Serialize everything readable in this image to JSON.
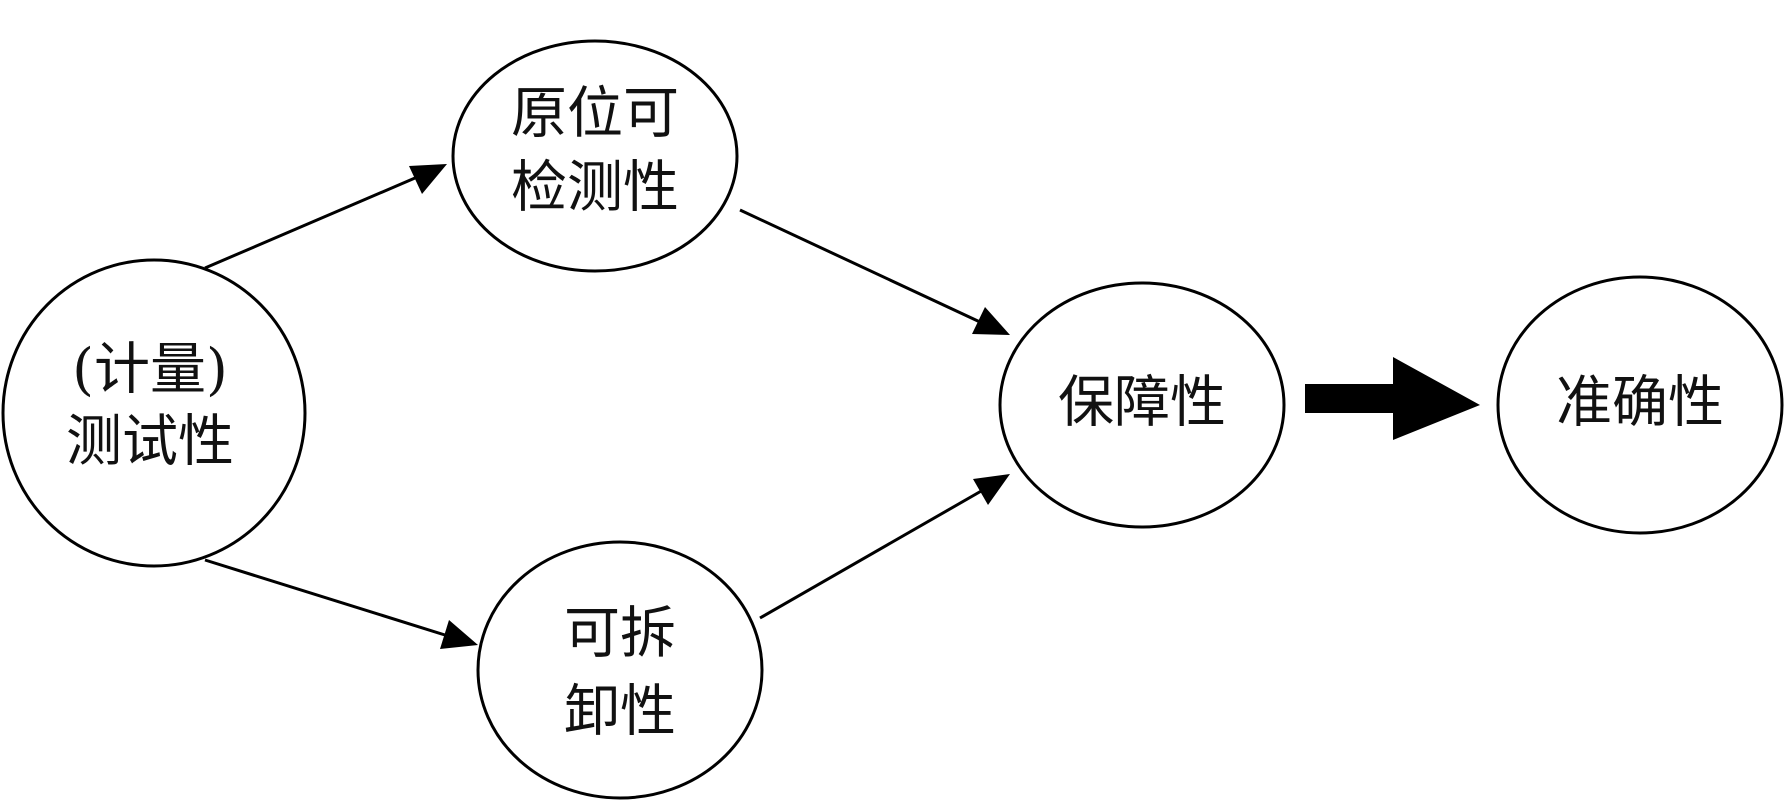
{
  "diagram": {
    "nodes": {
      "testability": {
        "lines": [
          "(计量)",
          "测试性"
        ]
      },
      "in_situ_detectability": {
        "lines": [
          "原位可",
          "检测性"
        ]
      },
      "detachability": {
        "lines": [
          "可拆",
          "卸性"
        ]
      },
      "supportability": {
        "lines": [
          "保障性"
        ]
      },
      "accuracy": {
        "lines": [
          "准确性"
        ]
      }
    },
    "edges": [
      {
        "from": "testability",
        "to": "in_situ_detectability",
        "style": "thin-arrow"
      },
      {
        "from": "testability",
        "to": "detachability",
        "style": "thin-arrow"
      },
      {
        "from": "in_situ_detectability",
        "to": "supportability",
        "style": "thin-arrow"
      },
      {
        "from": "detachability",
        "to": "supportability",
        "style": "thin-arrow"
      },
      {
        "from": "supportability",
        "to": "accuracy",
        "style": "thick-arrow"
      }
    ],
    "colors": {
      "stroke": "#000000",
      "fill": "#ffffff",
      "text": "#111111"
    }
  }
}
